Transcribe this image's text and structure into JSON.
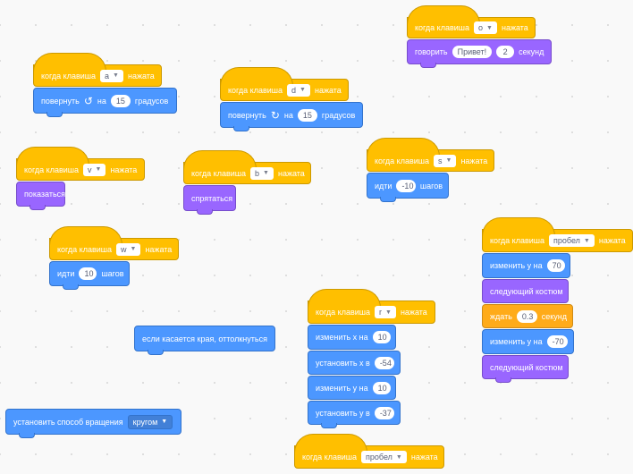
{
  "labels": {
    "when_key_pressed_prefix": "когда клавиша",
    "when_key_pressed_suffix": "нажата",
    "say": "говорить",
    "seconds": "секунд",
    "turn_right": "повернуть",
    "turn_on": "на",
    "degrees": "градусов",
    "show": "показаться",
    "hide": "спрятаться",
    "move": "идти",
    "steps": "шагов",
    "change_y_by": "изменить у на",
    "change_x_by": "изменить х на",
    "set_x_to": "установить х в",
    "set_y_to": "установить у в",
    "next_costume": "следующий костюм",
    "wait": "ждать",
    "bounce": "если касается края, оттолкнуться",
    "set_rotation_style": "установить способ вращения"
  },
  "scripts": {
    "o": {
      "key": "o",
      "message": "Привет!",
      "secs": "2"
    },
    "a": {
      "key": "a",
      "degrees": "15"
    },
    "d": {
      "key": "d",
      "degrees": "15"
    },
    "v": {
      "key": "v"
    },
    "b": {
      "key": "b"
    },
    "s": {
      "key": "s",
      "steps": "-10"
    },
    "w": {
      "key": "w",
      "steps": "10"
    },
    "space1": {
      "key": "пробел",
      "dy1": "70",
      "wait": "0.3",
      "dy2": "-70"
    },
    "r": {
      "key": "r",
      "dx": "10",
      "x": "-54",
      "dy": "10",
      "y": "-37"
    },
    "space2": {
      "key": "пробел"
    }
  },
  "rotation_style": "кругом"
}
